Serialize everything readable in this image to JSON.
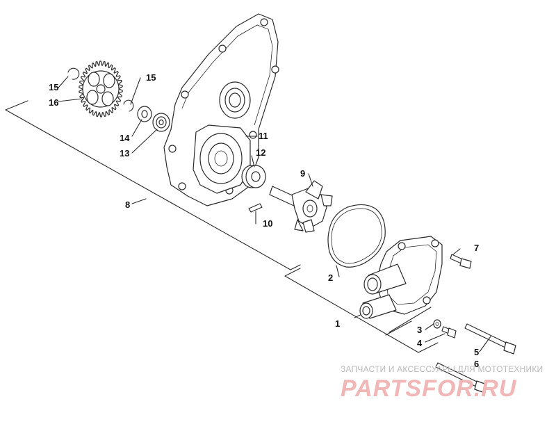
{
  "labels": {
    "p1": "1",
    "p2": "2",
    "p3": "3",
    "p4": "4",
    "p5": "5",
    "p6": "6",
    "p7": "7",
    "p8": "8",
    "p9": "9",
    "p10": "10",
    "p11": "11",
    "p12": "12",
    "p13": "13",
    "p14": "14",
    "p15a": "15",
    "p15b": "15",
    "p16": "16"
  },
  "watermark": {
    "tagline": "ЗАПЧАСТИ И АКСЕССУАРЫ ДЛЯ МОТОТЕХНИКИ",
    "brand": "PARTSFOR.RU",
    "color": "#f1b6b6"
  }
}
